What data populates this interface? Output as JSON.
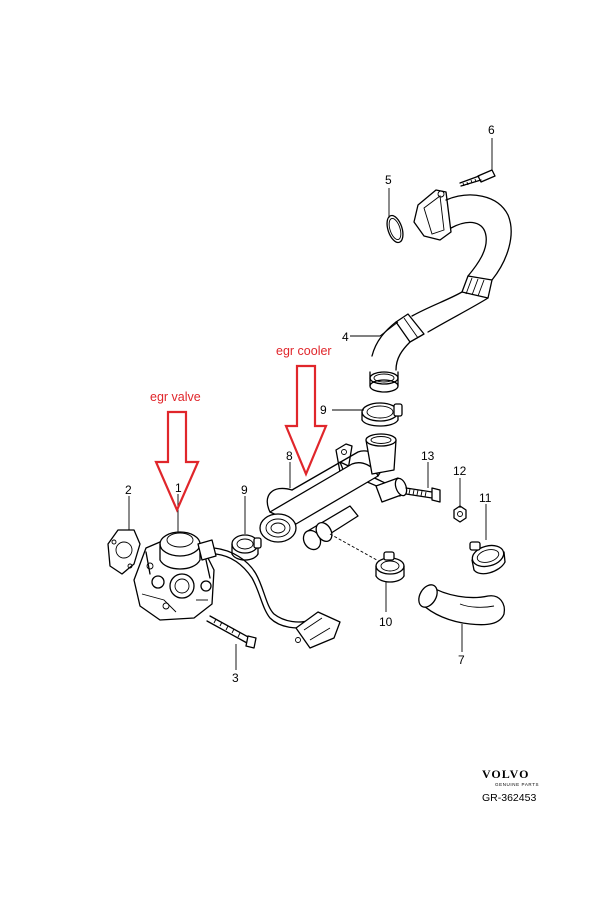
{
  "annotations": {
    "egr_valve": "egr valve",
    "egr_cooler": "egr cooler"
  },
  "callouts": [
    "1",
    "2",
    "3",
    "4",
    "5",
    "6",
    "7",
    "8",
    "9",
    "9",
    "10",
    "11",
    "12",
    "13"
  ],
  "brand": {
    "logo": "VOLVO",
    "tagline": "GENUINE PARTS",
    "reference": "GR-362453"
  },
  "colors": {
    "annotation": "#e0262b",
    "line": "#000000",
    "background": "#ffffff"
  }
}
